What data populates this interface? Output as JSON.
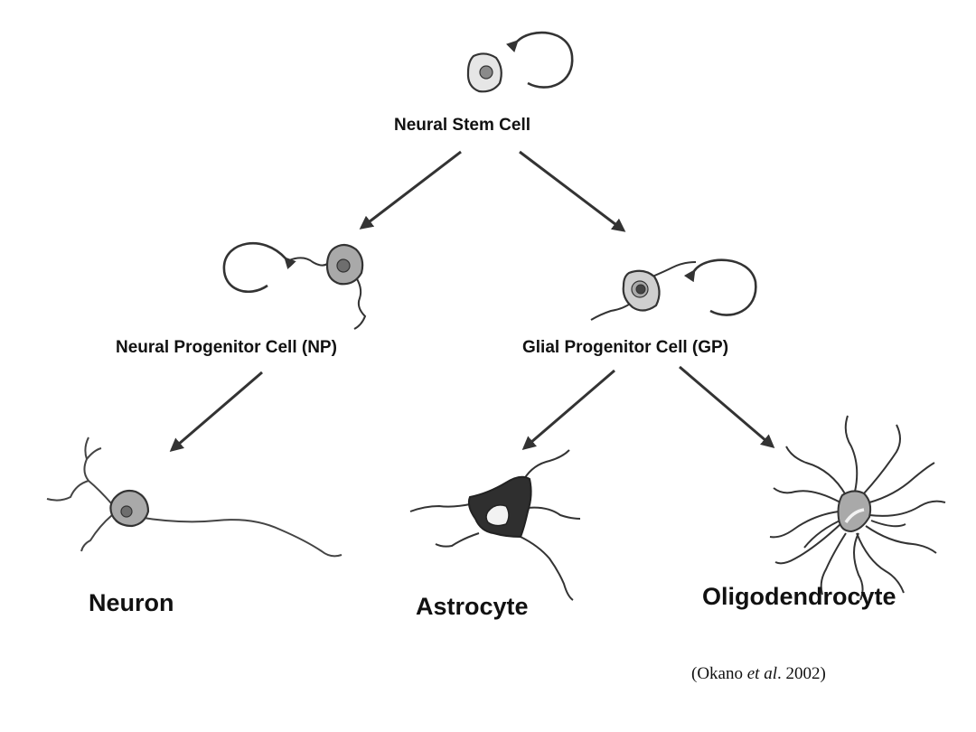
{
  "nodes": {
    "stem": "Neural Stem Cell",
    "neural_progenitor": "Neural Progenitor Cell (NP)",
    "glial_progenitor": "Glial Progenitor Cell (GP)",
    "neuron": "Neuron",
    "astrocyte": "Astrocyte",
    "oligodendrocyte": "Oligodendrocyte"
  },
  "citation": {
    "open": "(Okano ",
    "etal": "et al",
    "close": ". 2002)"
  },
  "edges": [
    {
      "from": "Neural Stem Cell",
      "to": "Neural Progenitor Cell (NP)"
    },
    {
      "from": "Neural Stem Cell",
      "to": "Glial Progenitor Cell (GP)"
    },
    {
      "from": "Neural Progenitor Cell (NP)",
      "to": "Neuron"
    },
    {
      "from": "Glial Progenitor Cell (GP)",
      "to": "Astrocyte"
    },
    {
      "from": "Glial Progenitor Cell (GP)",
      "to": "Oligodendrocyte"
    }
  ],
  "self_renewal": [
    "Neural Stem Cell",
    "Neural Progenitor Cell (NP)",
    "Glial Progenitor Cell (GP)"
  ],
  "colors": {
    "stroke": "#333333",
    "cell_body": "#a9a9a9",
    "stem_body": "#e6e6e6",
    "nucleus": "#6e6e6e",
    "astrocyte_body": "#2f2f2f"
  }
}
